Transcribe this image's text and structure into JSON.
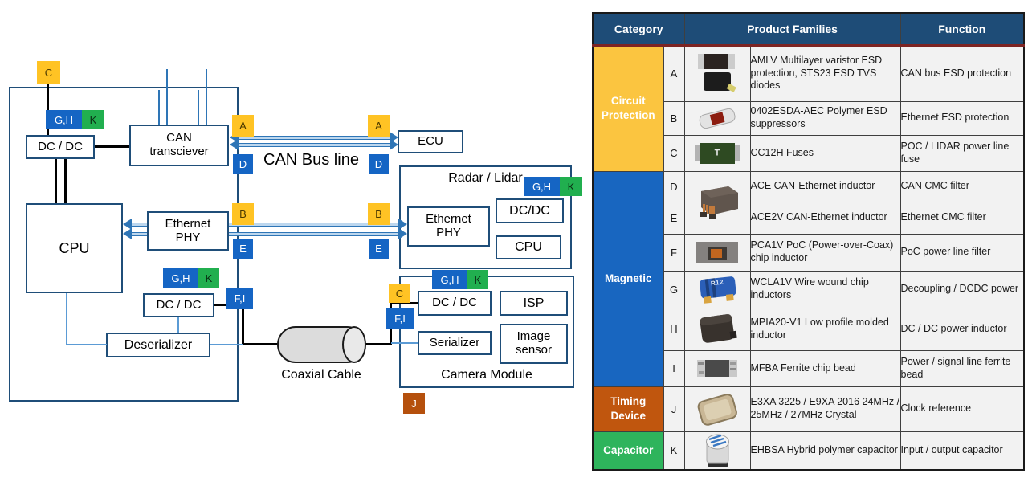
{
  "diagram": {
    "badges": {
      "a": "A",
      "b": "B",
      "c": "C",
      "d": "D",
      "e": "E",
      "fi": "F,I",
      "gh": "G,H",
      "j": "J",
      "k": "K"
    },
    "boxes": {
      "dc_dc": "DC / DC",
      "dcdc_compact": "DC/DC",
      "can_transceiver": "CAN transciever",
      "cpu": "CPU",
      "ethernet_phy": "Ethernet PHY",
      "ecu": "ECU",
      "radar_lidar": "Radar / Lidar",
      "deserializer": "Deserializer",
      "camera_module": "Camera Module",
      "isp": "ISP",
      "serializer": "Serializer",
      "image_sensor": "Image sensor"
    },
    "labels": {
      "can_bus_line": "CAN Bus line",
      "coaxial_cable": "Coaxial Cable"
    }
  },
  "table": {
    "headers": [
      "Category",
      "Product Families",
      "Function"
    ],
    "categories": [
      {
        "label": "Circuit Protection",
        "color": "#FBC540"
      },
      {
        "label": "Magnetic",
        "color": "#1866C0"
      },
      {
        "label": "Timing Device",
        "color": "#C0560E"
      },
      {
        "label": "Capacitor",
        "color": "#2EB45C"
      }
    ],
    "images": {
      "fuse_marking": "T",
      "inductor_marking": "R12"
    },
    "rows": [
      {
        "letter": "A",
        "family": "AMLV Multilayer varistor ESD protection, STS23 ESD TVS diodes",
        "function": "CAN bus ESD protection"
      },
      {
        "letter": "B",
        "family": "0402ESDA-AEC Polymer ESD suppressors",
        "function": "Ethernet ESD protection"
      },
      {
        "letter": "C",
        "family": "CC12H Fuses",
        "function": "POC / LIDAR power line fuse"
      },
      {
        "letter": "D",
        "family": "ACE CAN-Ethernet inductor",
        "function": "CAN CMC filter"
      },
      {
        "letter": "E",
        "family": "ACE2V CAN-Ethernet inductor",
        "function": "Ethernet CMC filter"
      },
      {
        "letter": "F",
        "family": "PCA1V PoC (Power-over-Coax) chip inductor",
        "function": "PoC power line filter"
      },
      {
        "letter": "G",
        "family": "WCLA1V Wire wound chip inductors",
        "function": "Decoupling / DCDC power"
      },
      {
        "letter": "H",
        "family": "MPIA20-V1 Low profile molded inductor",
        "function": "DC / DC power inductor"
      },
      {
        "letter": "I",
        "family": "MFBA Ferrite chip bead",
        "function": "Power / signal line ferrite bead"
      },
      {
        "letter": "J",
        "family": "E3XA 3225 / E9XA 2016 24MHz / 25MHz / 27MHz Crystal",
        "function": "Clock reference"
      },
      {
        "letter": "K",
        "family": "EHBSA Hybrid polymer capacitor",
        "function": "Input / output capacitor"
      }
    ]
  },
  "colors": {
    "box_border_navy": "#1F4E79",
    "header_navy": "#1E4C77",
    "header_underline_red": "#7D2423",
    "badge_yellow": "#FFC324",
    "badge_blue": "#1565C4",
    "badge_green": "#21AF4F",
    "badge_rust": "#B5500D",
    "bus_line_blue": "#2E75B6",
    "thin_line_blue": "#5B9BD5"
  }
}
